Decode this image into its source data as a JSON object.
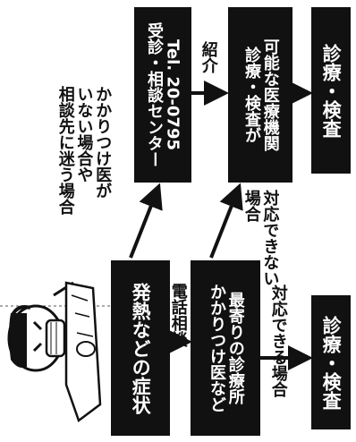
{
  "boxes": {
    "symptom": "発熱などの症状",
    "clinic_line1": "かかりつけ医など",
    "clinic_line2": "最寄りの診療所",
    "exam_left": "診療・検査",
    "center_line1": "受診・相談センター",
    "center_line2": "Tel. 20-0795",
    "hospital_line1": "診療・検査が",
    "hospital_line2": "可能な医療機関",
    "exam_right": "診療・検査"
  },
  "labels": {
    "phone_consult": "電話相談",
    "can_handle": "対応できる場合",
    "cannot_handle_1": "対応できない",
    "cannot_handle_2": "場合",
    "referral": "紹介",
    "no_doctor_1": "かかりつけ医が",
    "no_doctor_2": "いない場合や",
    "no_doctor_3": "相談先に迷う場合"
  }
}
